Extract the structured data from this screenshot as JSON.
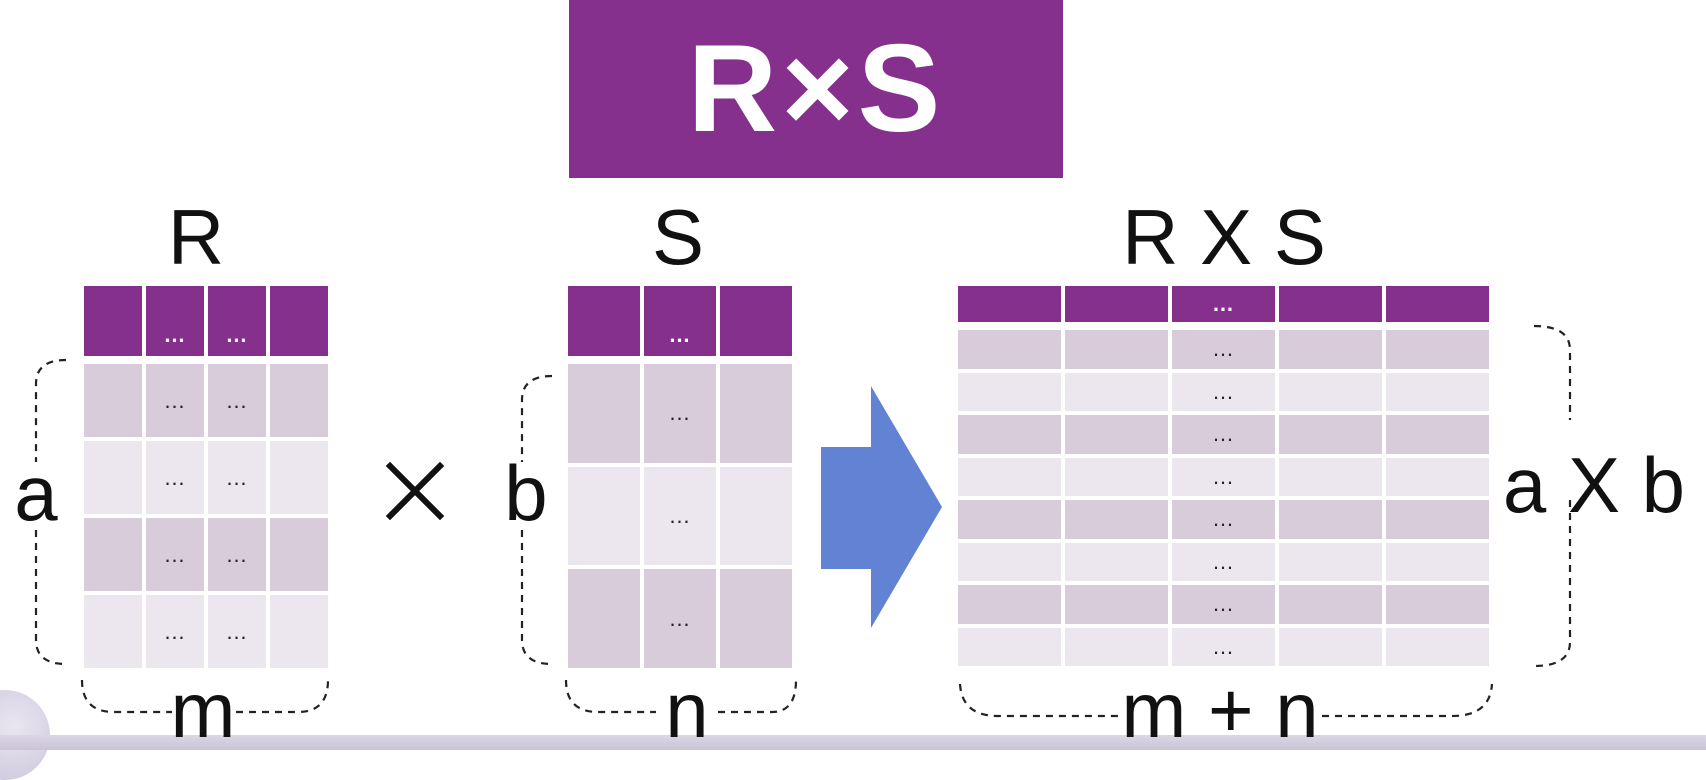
{
  "title": "R×S",
  "colors": {
    "header": "#84308c",
    "row_dark": "#d9ccda",
    "row_light": "#ece7ee",
    "arrow": "#6282d4"
  },
  "tables": {
    "r": {
      "label": "R",
      "header": [
        "",
        "…",
        "…",
        ""
      ],
      "rows": [
        [
          "",
          "…",
          "…",
          ""
        ],
        [
          "",
          "…",
          "…",
          ""
        ],
        [
          "",
          "…",
          "…",
          ""
        ],
        [
          "",
          "…",
          "…",
          ""
        ]
      ],
      "row_brace_label": "a",
      "col_brace_label": "m"
    },
    "s": {
      "label": "S",
      "header": [
        "",
        "…",
        ""
      ],
      "rows": [
        [
          "",
          "…",
          ""
        ],
        [
          "",
          "…",
          ""
        ],
        [
          "",
          "…",
          ""
        ]
      ],
      "row_brace_label": "b",
      "col_brace_label": "n"
    },
    "product": {
      "label": "R X S",
      "header": [
        "",
        "",
        "…",
        "",
        ""
      ],
      "rows": [
        [
          "",
          "",
          "…",
          "",
          ""
        ],
        [
          "",
          "",
          "…",
          "",
          ""
        ],
        [
          "",
          "",
          "…",
          "",
          ""
        ],
        [
          "",
          "",
          "…",
          "",
          ""
        ],
        [
          "",
          "",
          "…",
          "",
          ""
        ],
        [
          "",
          "",
          "…",
          "",
          ""
        ],
        [
          "",
          "",
          "…",
          "",
          ""
        ],
        [
          "",
          "",
          "…",
          "",
          ""
        ]
      ],
      "row_brace_label": "a X b",
      "col_brace_label": "m + n"
    }
  },
  "operator": "×",
  "arrow_icon": "right-arrow"
}
